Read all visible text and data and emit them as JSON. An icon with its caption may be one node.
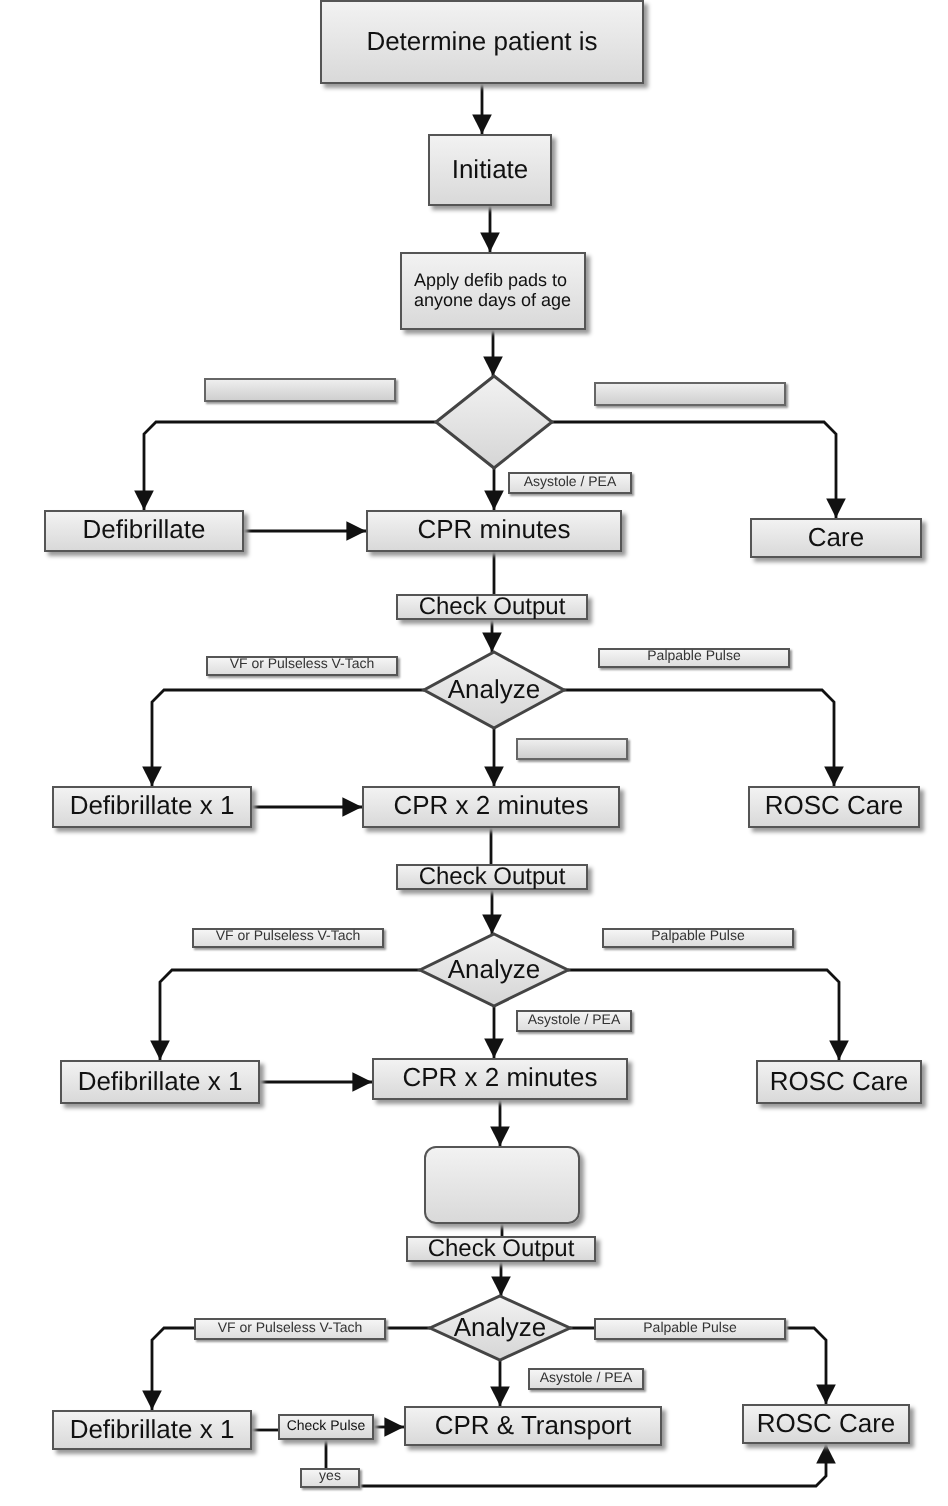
{
  "diagram": {
    "nodes": [
      {
        "text": [
          "Determine patient is"
        ]
      },
      {
        "text": [
          "Initiate"
        ]
      },
      {
        "text": [
          "Apply defib pads to anyone days of age"
        ]
      },
      {
        "text": [],
        "shape": "diamond"
      },
      {
        "text": [
          "Defibrillate"
        ]
      },
      {
        "text": [
          "CPR minutes"
        ]
      },
      {
        "text": [
          "Care"
        ]
      },
      {
        "text": [
          "Check Output"
        ]
      },
      {
        "text": [
          "Analyze"
        ]
      },
      {
        "text": [
          "Defibrillate x 1"
        ]
      },
      {
        "text": [
          "CPR x 2 minutes"
        ]
      },
      {
        "text": [
          "ROSC Care"
        ]
      },
      {
        "text": [
          "Check Output"
        ]
      },
      {
        "text": [
          "Analyze"
        ]
      },
      {
        "text": [
          "Defibrillate x 1"
        ]
      },
      {
        "text": [
          "CPR x 2 minutes"
        ]
      },
      {
        "text": [
          "ROSC Care"
        ]
      },
      {
        "text": [],
        "shape": "box"
      },
      {
        "text": [
          "Check Output"
        ]
      },
      {
        "text": [
          "Analyze"
        ]
      },
      {
        "text": [
          "Defibrillate x 1"
        ]
      },
      {
        "text": [
          "Check Pulse"
        ]
      },
      {
        "text": [
          "CPR & Transport"
        ]
      },
      {
        "text": [
          "ROSC Care"
        ]
      }
    ],
    "edges": [
      {
        "from": 0,
        "to": 1,
        "arrow": "to"
      },
      {
        "from": 1,
        "to": 2,
        "arrow": "to"
      },
      {
        "from": 2,
        "to": 3,
        "arrow": "to"
      },
      {
        "from": 3,
        "to": 4,
        "arrow": "to"
      },
      {
        "from": 3,
        "to": 5,
        "arrow": "to",
        "label": "Asystole / PEA"
      },
      {
        "from": 3,
        "to": 6,
        "arrow": "to"
      },
      {
        "from": 4,
        "to": 5,
        "arrow": "to"
      },
      {
        "from": 5,
        "to": 7,
        "arrow": "none"
      },
      {
        "from": 7,
        "to": 8,
        "arrow": "to"
      },
      {
        "from": 8,
        "to": 9,
        "arrow": "to",
        "label": "VF or Pulseless V-Tach"
      },
      {
        "from": 8,
        "to": 10,
        "arrow": "to"
      },
      {
        "from": 8,
        "to": 11,
        "arrow": "to",
        "label": "Palpable Pulse"
      },
      {
        "from": 9,
        "to": 10,
        "arrow": "to"
      },
      {
        "from": 10,
        "to": 12,
        "arrow": "none"
      },
      {
        "from": 12,
        "to": 13,
        "arrow": "to"
      },
      {
        "from": 13,
        "to": 14,
        "arrow": "to",
        "label": "VF or Pulseless V-Tach"
      },
      {
        "from": 13,
        "to": 15,
        "arrow": "to",
        "label": "Asystole / PEA"
      },
      {
        "from": 13,
        "to": 16,
        "arrow": "to",
        "label": "Palpable Pulse"
      },
      {
        "from": 14,
        "to": 15,
        "arrow": "to"
      },
      {
        "from": 15,
        "to": 17,
        "arrow": "to"
      },
      {
        "from": 17,
        "to": 18,
        "arrow": "none"
      },
      {
        "from": 18,
        "to": 19,
        "arrow": "to"
      },
      {
        "from": 19,
        "to": 20,
        "arrow": "to",
        "label": "VF or Pulseless V-Tach"
      },
      {
        "from": 19,
        "to": 22,
        "arrow": "to",
        "label": "Asystole / PEA"
      },
      {
        "from": 19,
        "to": 23,
        "arrow": "to",
        "label": "Palpable Pulse"
      },
      {
        "from": 20,
        "to": 21,
        "arrow": "none"
      },
      {
        "from": 21,
        "to": 22,
        "arrow": "to"
      },
      {
        "from": 21,
        "to": 23,
        "arrow": "to",
        "label": "yes"
      }
    ]
  }
}
